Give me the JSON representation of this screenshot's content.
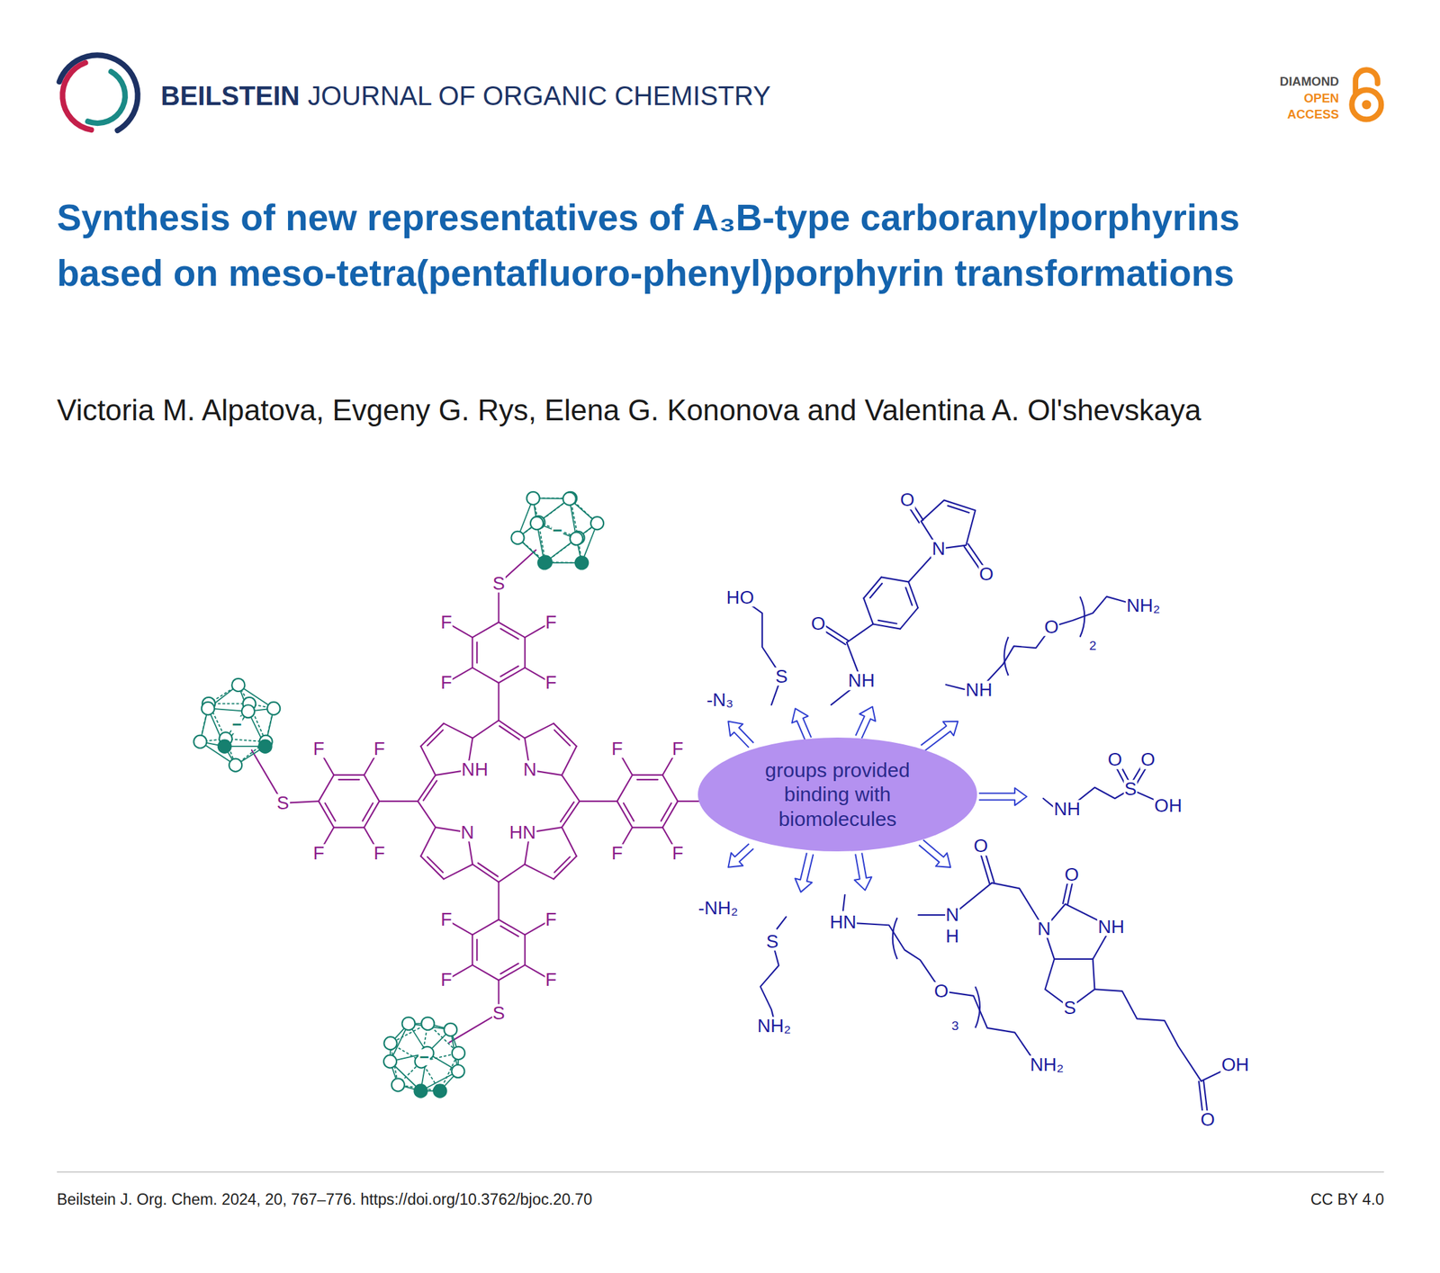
{
  "diagram": {
    "title": "Synthesis of new representatives of A₃B-type carboranylporphyrins based on meso-tetra(pentafluoro-phenyl)porphyrin transformations",
    "nodes": [
      {
        "text": [
          "groups provided binding with biomolecules"
        ]
      }
    ],
    "labels": [
      "BEILSTEIN",
      "JOURNAL OF ORGANIC CHEMISTRY",
      "DIAMOND",
      "OPEN",
      "ACCESS",
      "Victoria M. Alpatova, Evgeny G. Rys, Elena G. Kononova and Valentina A. Ol'shevskaya",
      "F",
      "F",
      "F",
      "F",
      "S",
      "F",
      "F",
      "S",
      "F",
      "F",
      "NH",
      "N",
      "N",
      "HN",
      "F",
      "F",
      "F",
      "F",
      "F",
      "F",
      "F",
      "F",
      "S",
      "−",
      "−",
      "−",
      "-N₃",
      "HO",
      "S",
      "O",
      "N",
      "O",
      "O",
      "NH",
      "O",
      "2",
      "NH₂",
      "NH",
      "O",
      "O",
      "S",
      "NH",
      "OH",
      "O",
      "O",
      "-NH₂",
      "S",
      "HN",
      "N",
      "H",
      "N",
      "NH",
      "O",
      "3",
      "S",
      "NH₂",
      "NH₂",
      "OH",
      "O",
      "Beilstein J. Org. Chem. 2024, 20, 767–776. https://doi.org/10.3762/bjoc.20.70",
      "CC BY 4.0"
    ]
  }
}
